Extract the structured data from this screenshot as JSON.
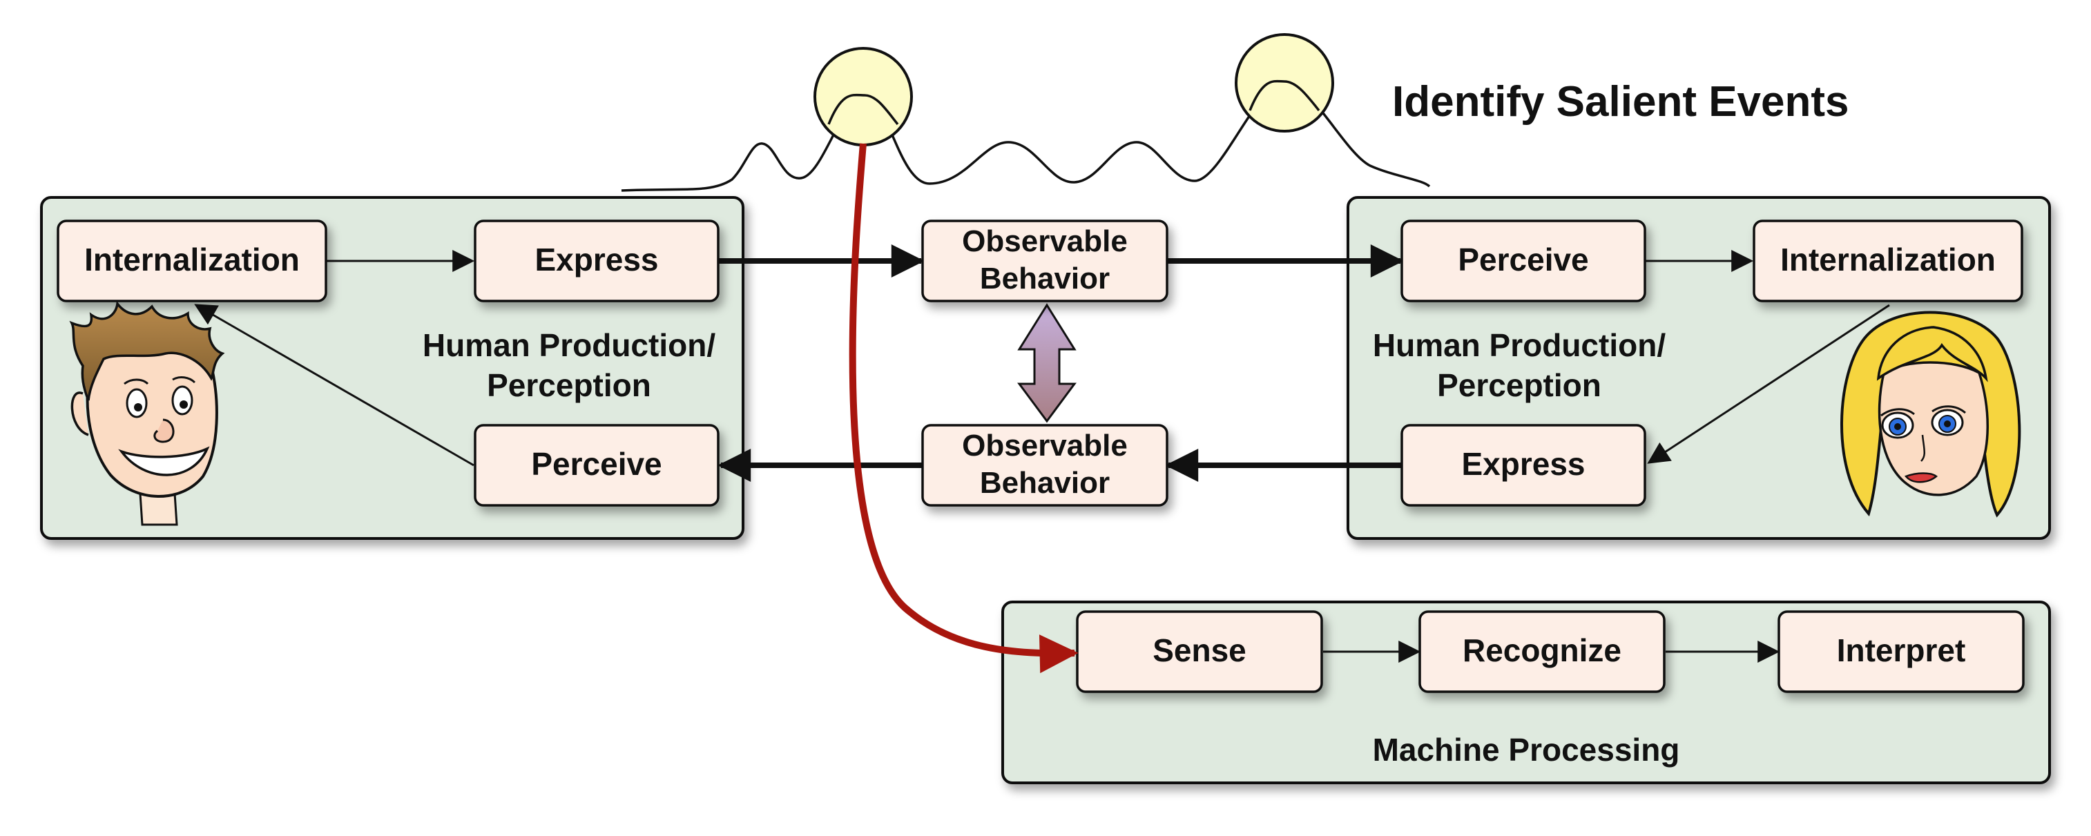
{
  "title": "Identify Salient Events",
  "left_panel": {
    "label_line1": "Human Production/",
    "label_line2": "Perception",
    "internalization": "Internalization",
    "express": "Express",
    "perceive": "Perceive"
  },
  "right_panel": {
    "label_line1": "Human Production/",
    "label_line2": "Perception",
    "perceive": "Perceive",
    "internalization": "Internalization",
    "express": "Express"
  },
  "observable_top": {
    "line1": "Observable",
    "line2": "Behavior"
  },
  "observable_bottom": {
    "line1": "Observable",
    "line2": "Behavior"
  },
  "machine_panel": {
    "label": "Machine Processing",
    "sense": "Sense",
    "recognize": "Recognize",
    "interpret": "Interpret"
  },
  "colors": {
    "panel_fill": "#dfeadf",
    "node_fill": "#fdeee6",
    "highlight_circle": "#fdfbc8",
    "red_arrow": "#a8160e",
    "double_arrow_top": "#c6b0dc",
    "double_arrow_bottom": "#a87f86"
  }
}
